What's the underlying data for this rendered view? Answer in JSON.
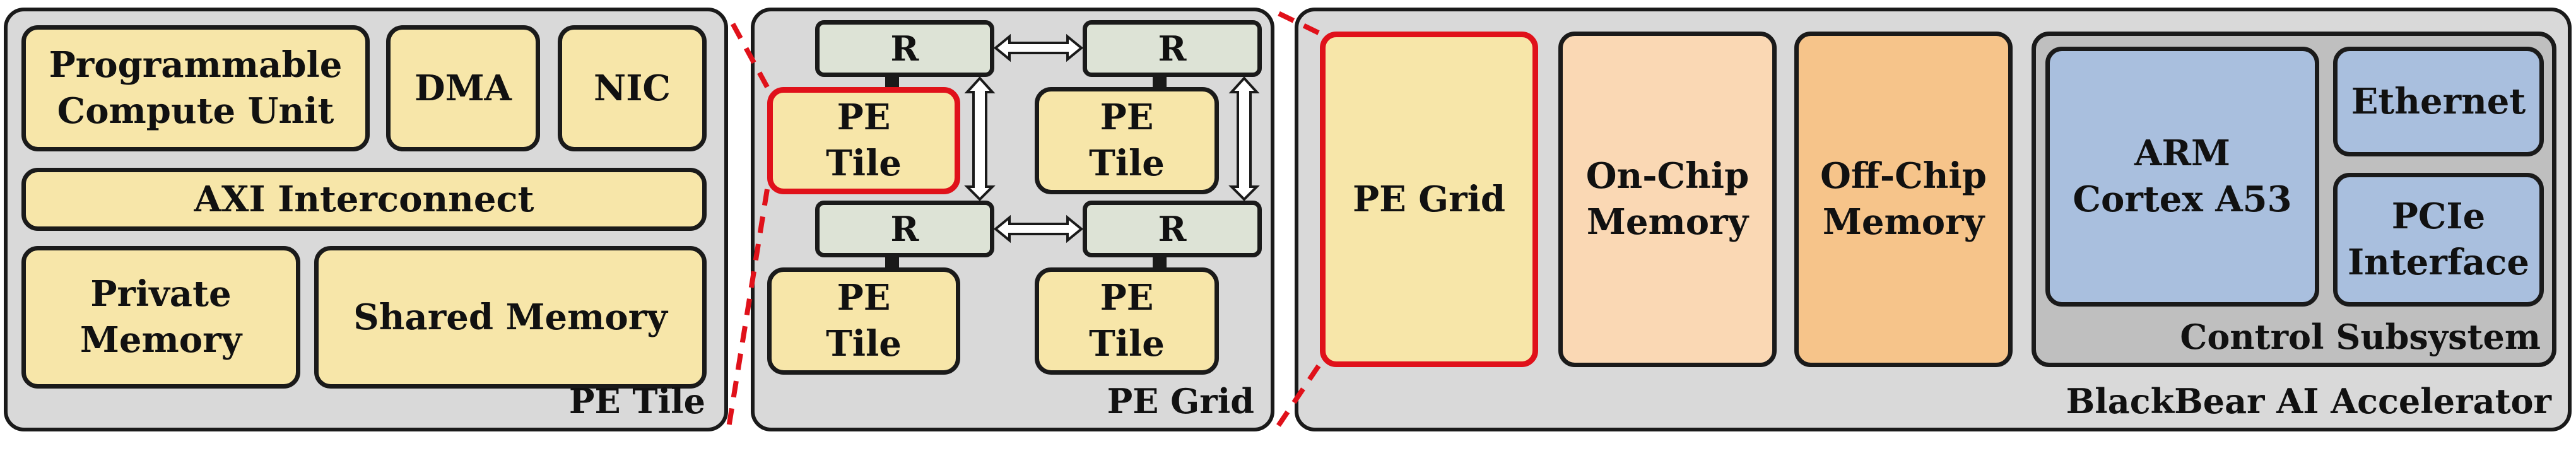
{
  "pe_tile": {
    "label": "PE Tile",
    "programmable_compute_unit": "Programmable\nCompute Unit",
    "dma": "DMA",
    "nic": "NIC",
    "axi_interconnect": "AXI Interconnect",
    "private_memory": "Private\nMemory",
    "shared_memory": "Shared Memory"
  },
  "pe_grid": {
    "label": "PE Grid",
    "router_label": "R",
    "tile_label": "PE\nTile"
  },
  "accelerator": {
    "label": "BlackBear AI Accelerator",
    "pe_grid": "PE Grid",
    "on_chip_memory": "On-Chip\nMemory",
    "off_chip_memory": "Off-Chip\nMemory",
    "arm": "ARM\nCortex A53",
    "ethernet": "Ethernet",
    "pcie": "PCIe\nInterface",
    "control_subsystem": "Control Subsystem"
  },
  "colors": {
    "panel_bg": "#d9d9d9",
    "block_yellow": "#f7e6a9",
    "router_green": "#dde3d6",
    "on_chip_orange": "#fad8b4",
    "off_chip_orange": "#f6c48a",
    "control_blue": "#a9bfde",
    "highlight_red": "#e0111a"
  }
}
